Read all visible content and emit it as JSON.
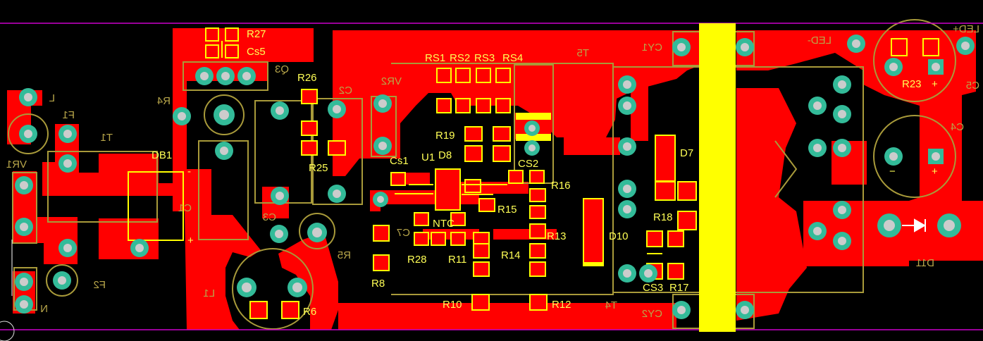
{
  "colors": {
    "background": "#000000",
    "copper": "#ff0000",
    "pad_ring": "#33bb99",
    "pad_hole": "#cccccc",
    "silk_top": "#ffff00",
    "silk_bottom": "#a89a3a",
    "board_outline": "#cc00cc",
    "heavy_bar": "#ffff00"
  },
  "labels_top": {
    "r27": "R27",
    "cs5": "Cs5",
    "r26": "R26",
    "r25": "R25",
    "db1": "DB1",
    "rs1": "RS1",
    "rs2": "RS2",
    "rs3": "RS3",
    "rs4": "RS4",
    "r19": "R19",
    "u1": "U1",
    "d8": "D8",
    "cs1": "Cs1",
    "cs2": "CS2",
    "r16": "R16",
    "r15": "R15",
    "ntc": "NTC",
    "r13": "R13",
    "r28": "R28",
    "r11": "R11",
    "r14": "R14",
    "r8": "R8",
    "r10": "R10",
    "r12": "R12",
    "r6": "R6",
    "d7": "D7",
    "r18": "R18",
    "d10": "D10",
    "cs3": "CS3",
    "r17": "R17",
    "r23": "R23",
    "plus_c5": "+",
    "minus_c4": "−",
    "plus_c4": "+",
    "db1_minus": "-",
    "db1_plus": "+"
  },
  "labels_bottom": {
    "q3": "Q3",
    "r4": "R4",
    "c2": "C2",
    "vr2": "VR2",
    "t5": "T5",
    "cy1": "CY1",
    "led_minus": "LED-",
    "led_plus": "LED+",
    "c5": "C5",
    "c4": "C4",
    "l": "L",
    "f1": "F1",
    "t1": "T1",
    "vr1": "VR1",
    "c1": "C1",
    "c3": "C3",
    "r5": "R5",
    "c7": "C7",
    "l1": "L1",
    "f2": "F2",
    "n": "N",
    "t4": "T4",
    "cy2": "CY2",
    "d11": "D11"
  }
}
